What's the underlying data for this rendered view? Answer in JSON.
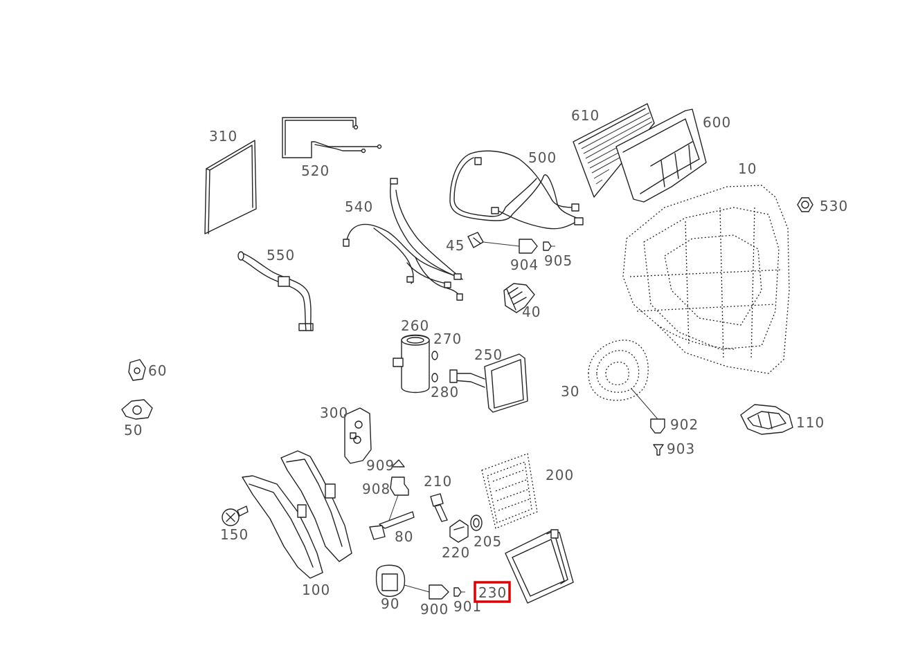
{
  "diagram": {
    "highlight_color": "#e00000",
    "highlighted_part": "230",
    "labels": {
      "p10": "10",
      "p30": "30",
      "p40": "40",
      "p45": "45",
      "p50": "50",
      "p60": "60",
      "p80": "80",
      "p90": "90",
      "p100": "100",
      "p110": "110",
      "p150": "150",
      "p200": "200",
      "p205": "205",
      "p210": "210",
      "p220": "220",
      "p230": "230",
      "p250": "250",
      "p260": "260",
      "p270": "270",
      "p280": "280",
      "p300": "300",
      "p310": "310",
      "p500": "500",
      "p520": "520",
      "p530": "530",
      "p540": "540",
      "p550": "550",
      "p600": "600",
      "p610": "610",
      "p900": "900",
      "p901": "901",
      "p902": "902",
      "p903": "903",
      "p904": "904",
      "p905": "905",
      "p908": "908",
      "p909": "909"
    }
  }
}
